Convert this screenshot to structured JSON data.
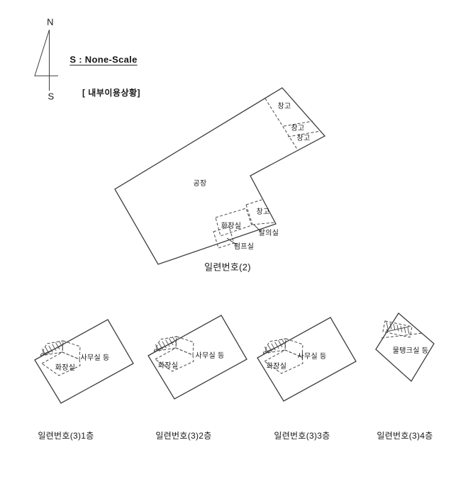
{
  "compass": {
    "north": "N",
    "south": "S"
  },
  "scale_note": "S : None-Scale",
  "section_title": "[ 내부이용상황]",
  "main_building": {
    "serial_label": "일련번호(2)",
    "factory": "공장",
    "warehouse_top": "창고",
    "warehouse_mid": "창고",
    "warehouse_low": "창고",
    "warehouse_south": "창고",
    "toilet": "화장실",
    "dressing_room": "탈의실",
    "pump_room": "펌프실"
  },
  "annex_floors": [
    {
      "serial_label": "일련번호(3)1층",
      "office": "사무실 등",
      "toilet": "화장실"
    },
    {
      "serial_label": "일련번호(3)2층",
      "office": "사무실 등",
      "toilet": "화장실"
    },
    {
      "serial_label": "일련번호(3)3층",
      "office": "사무실 등",
      "toilet": "화장실"
    },
    {
      "serial_label": "일련번호(3)4층",
      "tank_room": "물탱크실 등"
    }
  ]
}
